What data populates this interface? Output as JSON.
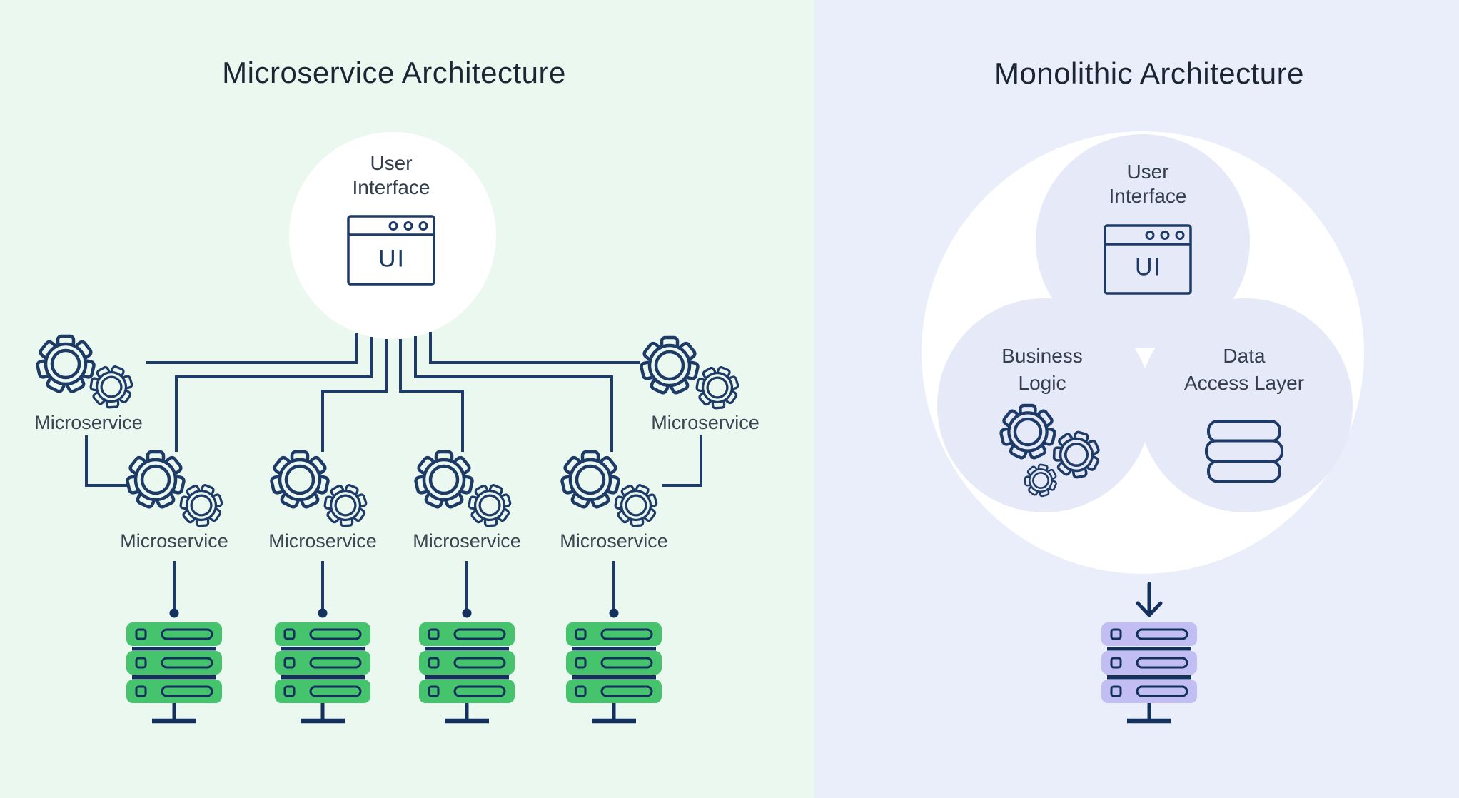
{
  "left_panel": {
    "title": "Microservice Architecture",
    "user_interface": {
      "line1": "User",
      "line2": "Interface",
      "ui": "UI"
    },
    "outer_left_label": "Microservice",
    "outer_right_label": "Microservice",
    "service_labels": [
      "Microservice",
      "Microservice",
      "Microservice",
      "Microservice"
    ]
  },
  "right_panel": {
    "title": "Monolithic Architecture",
    "user_interface": {
      "line1": "User",
      "line2": "Interface",
      "ui": "UI"
    },
    "business_logic": {
      "line1": "Business",
      "line2": "Logic"
    },
    "data_access": {
      "line1": "Data",
      "line2": "Access Layer"
    }
  },
  "colors": {
    "left_background": "#eaf8ef",
    "right_background": "#eaedfa",
    "venn_circle": "#e6e9f8",
    "white_circle": "#ffffff",
    "outline_navy": "#1e3a66",
    "dark_navy": "#14315e",
    "server_green": "#45c46d",
    "server_purple": "#c2bdf3",
    "title_text": "#1c2533",
    "label_text": "#3a4552"
  }
}
